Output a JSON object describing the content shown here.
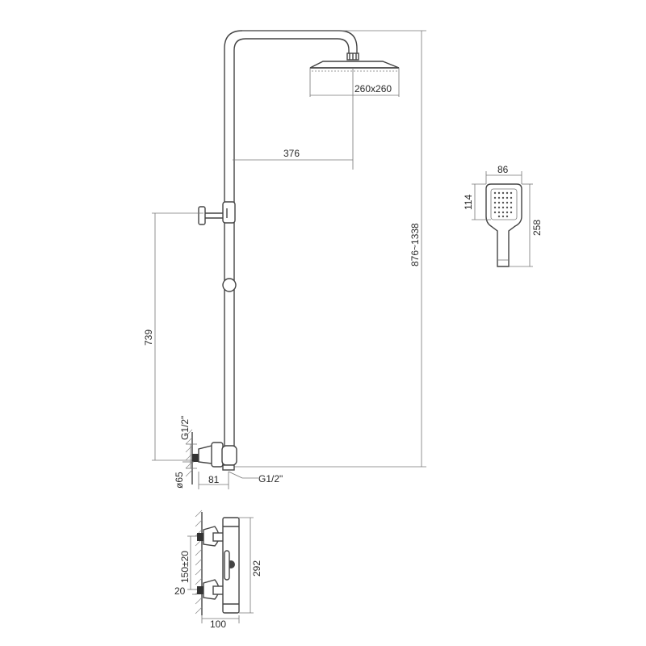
{
  "dimensions": {
    "head_size": "260x260",
    "arm_length": "376",
    "total_height": "876~1338",
    "holder_height": "739",
    "inlet_top": "G1/2\"",
    "inlet_bottom": "G1/2\"",
    "cover_diameter": "ø65",
    "wall_offset": "81",
    "hand_width": "86",
    "hand_head_height": "114",
    "hand_length": "258",
    "valve_spacing": "150±20",
    "valve_height": "292",
    "valve_depth": "20",
    "valve_width": "100"
  },
  "colors": {
    "line": "#444444",
    "text": "#2a2a2a"
  }
}
